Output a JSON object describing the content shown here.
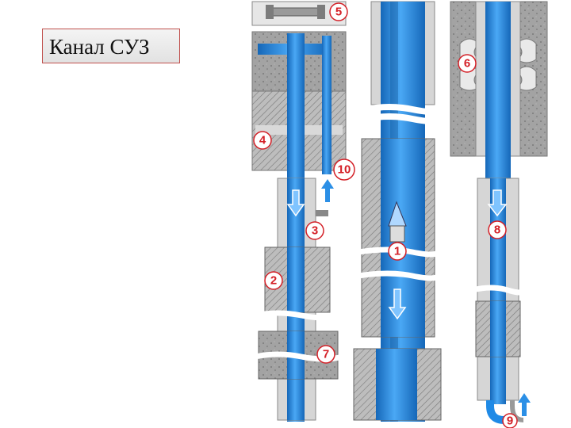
{
  "title": "Канал СУЗ",
  "markers": [
    "1",
    "2",
    "3",
    "4",
    "5",
    "6",
    "7",
    "8",
    "9",
    "10"
  ],
  "colors": {
    "coolant_blue": "#1f8ae6",
    "coolant_light": "#7fc4ff",
    "graphite_gray": "#9a9a9a",
    "steel_gray": "#c8c8c8",
    "marker_red": "#d42027",
    "title_border": "#c0504d"
  },
  "icons": [
    "arrow-down-icon",
    "arrow-up-icon"
  ]
}
